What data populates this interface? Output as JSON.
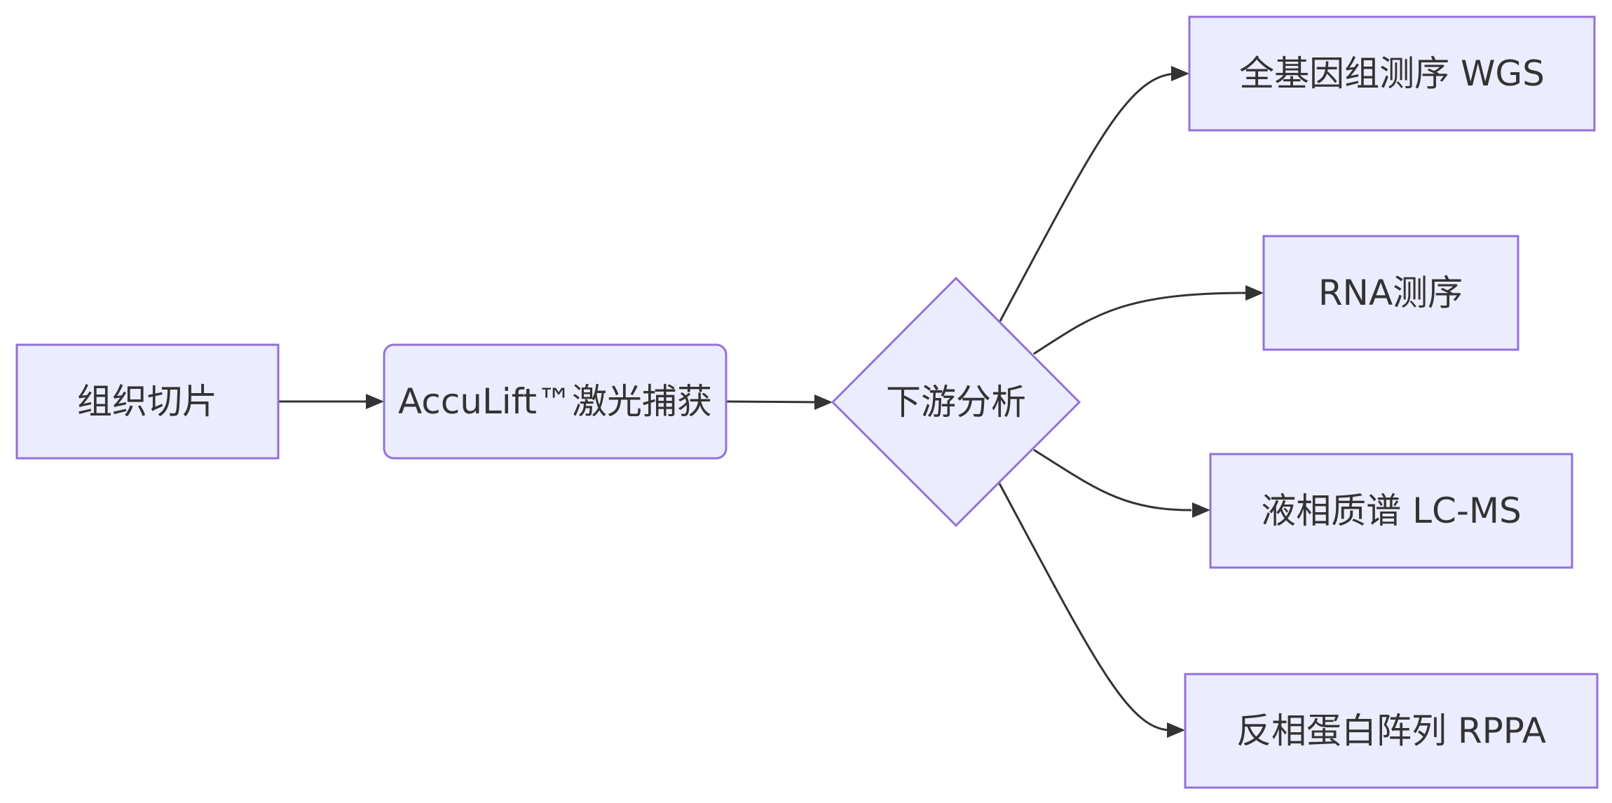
{
  "diagram": {
    "type": "flowchart",
    "direction": "left-to-right",
    "colors": {
      "node_fill": "#ECECFF",
      "node_border": "#9370DB",
      "edge": "#333333",
      "text": "#333333",
      "background": "#ffffff"
    },
    "nodes": {
      "tissue": {
        "label": "组织切片",
        "shape": "rectangle"
      },
      "capture": {
        "label": "AccuLift™激光捕获",
        "shape": "rounded-rectangle"
      },
      "downstream": {
        "label": "下游分析",
        "shape": "diamond"
      },
      "wgs": {
        "label": "全基因组测序 WGS",
        "shape": "rectangle"
      },
      "rnaseq": {
        "label": "RNA测序",
        "shape": "rectangle"
      },
      "lcms": {
        "label": "液相质谱 LC-MS",
        "shape": "rectangle"
      },
      "rppa": {
        "label": "反相蛋白阵列 RPPA",
        "shape": "rectangle"
      }
    },
    "edges": [
      {
        "from": "组织切片",
        "to": "AccuLift™激光捕获"
      },
      {
        "from": "AccuLift™激光捕获",
        "to": "下游分析"
      },
      {
        "from": "下游分析",
        "to": "全基因组测序 WGS"
      },
      {
        "from": "下游分析",
        "to": "RNA测序"
      },
      {
        "from": "下游分析",
        "to": "液相质谱 LC-MS"
      },
      {
        "from": "下游分析",
        "to": "反相蛋白阵列 RPPA"
      }
    ]
  }
}
